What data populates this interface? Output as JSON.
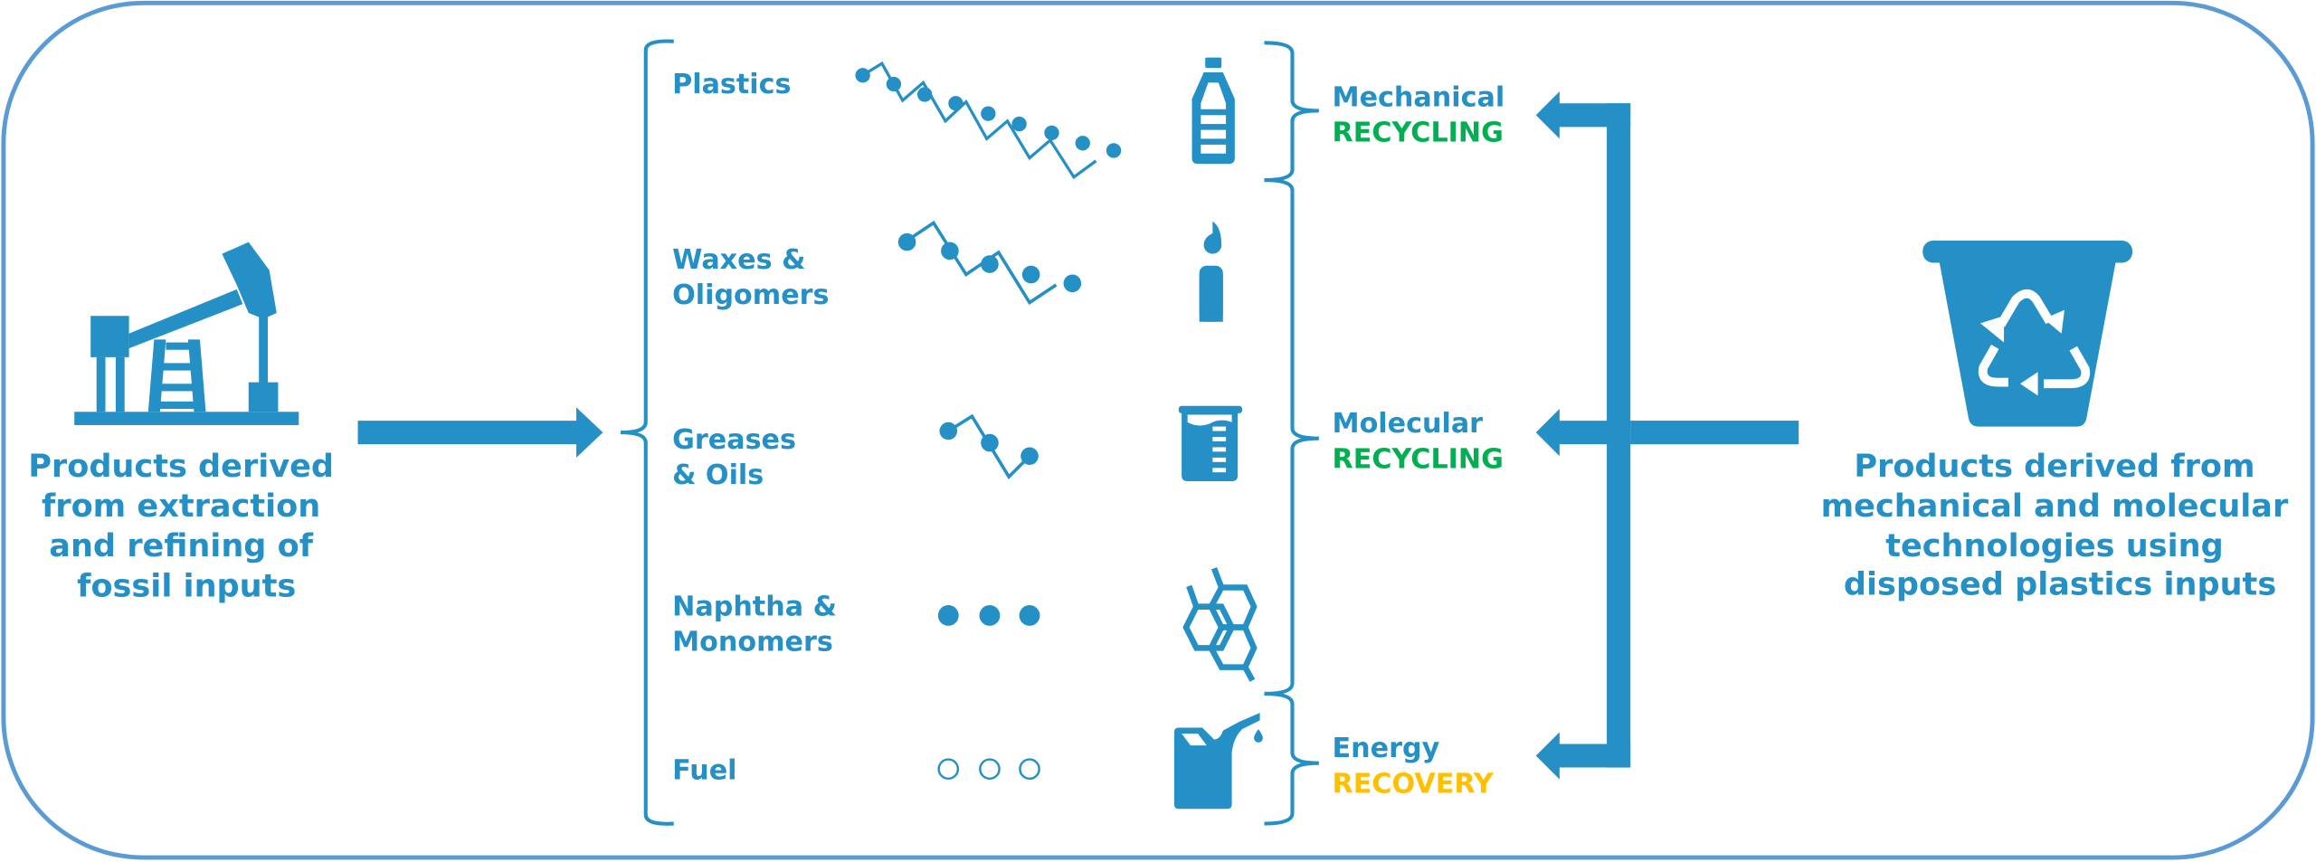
{
  "colors": {
    "primary": "#2590c6",
    "border": "#5b9bd5",
    "recycling": "#00b050",
    "recovery": "#ffc000"
  },
  "left_caption": [
    "Products derived",
    "from extraction",
    "and refining of",
    "fossil inputs"
  ],
  "right_caption": [
    "Products derived from",
    "mechanical and molecular",
    "technologies using",
    "disposed plastics inputs"
  ],
  "products": [
    {
      "lines": [
        "Plastics"
      ],
      "icon": "bottle-icon",
      "chain": "long-polymer-chain"
    },
    {
      "lines": [
        "Waxes &",
        "Oligomers"
      ],
      "icon": "candle-icon",
      "chain": "medium-chain"
    },
    {
      "lines": [
        "Greases",
        "& Oils"
      ],
      "icon": "beaker-icon",
      "chain": "short-chain"
    },
    {
      "lines": [
        "Naphtha &",
        "Monomers"
      ],
      "icon": "hexagon-molecule-icon",
      "chain": "filled-dots"
    },
    {
      "lines": [
        "Fuel"
      ],
      "icon": "fuel-can-icon",
      "chain": "hollow-dots"
    }
  ],
  "processes": [
    {
      "line1": "Mechanical",
      "line2": "RECYCLING"
    },
    {
      "line1": "Molecular",
      "line2": "RECYCLING"
    },
    {
      "line1": "Energy",
      "line2": "RECOVERY"
    }
  ]
}
